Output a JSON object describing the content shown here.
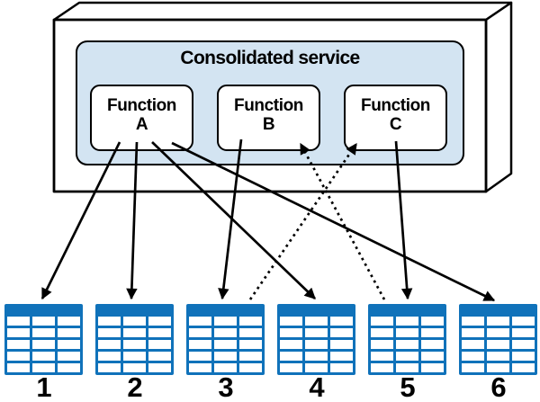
{
  "diagram": {
    "service": {
      "title": "Consolidated service",
      "functions": [
        {
          "id": "function-a",
          "line1": "Function",
          "line2": "A"
        },
        {
          "id": "function-b",
          "line1": "Function",
          "line2": "B"
        },
        {
          "id": "function-c",
          "line1": "Function",
          "line2": "C"
        }
      ]
    },
    "tables": [
      {
        "id": "table-1",
        "label": "1"
      },
      {
        "id": "table-2",
        "label": "2"
      },
      {
        "id": "table-3",
        "label": "3"
      },
      {
        "id": "table-4",
        "label": "4"
      },
      {
        "id": "table-5",
        "label": "5"
      },
      {
        "id": "table-6",
        "label": "6"
      }
    ],
    "arrows": [
      {
        "from": "function-a",
        "to": "table-1",
        "style": "solid"
      },
      {
        "from": "function-a",
        "to": "table-2",
        "style": "solid"
      },
      {
        "from": "function-a",
        "to": "table-4",
        "style": "solid"
      },
      {
        "from": "function-a",
        "to": "table-6",
        "style": "solid"
      },
      {
        "from": "function-b",
        "to": "table-3",
        "style": "solid"
      },
      {
        "from": "function-c",
        "to": "table-5",
        "style": "solid"
      },
      {
        "from": "table-5",
        "to": "function-b",
        "style": "dotted"
      },
      {
        "from": "table-3",
        "to": "function-c",
        "style": "dotted"
      }
    ],
    "colors": {
      "table_blue": "#1072ba",
      "service_fill": "#d3e4f2",
      "line_black": "#000000"
    }
  }
}
